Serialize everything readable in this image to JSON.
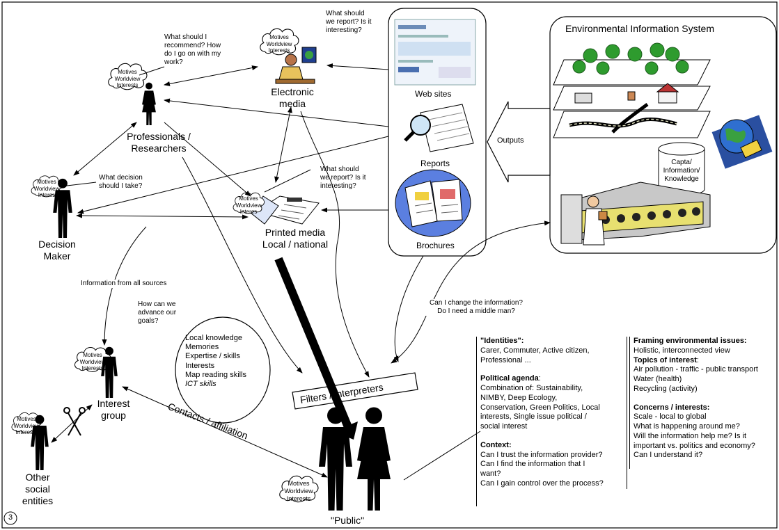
{
  "eis_title": "Environmental Information System",
  "outputs_label": "Outputs",
  "outputs": {
    "web_sites": "Web sites",
    "reports": "Reports",
    "brochures": "Brochures"
  },
  "capta_label": [
    "Capta/",
    "Information/",
    "Knowledge"
  ],
  "cloud_words": [
    "Motives",
    "Worldview",
    "Interests"
  ],
  "cloud_words_short": [
    "Motives",
    "Worldview",
    "Interes"
  ],
  "actors": {
    "electronic_media": [
      "Electronic",
      "media"
    ],
    "professionals": [
      "Professionals /",
      "Researchers"
    ],
    "decision_maker": [
      "Decision",
      "Maker"
    ],
    "printed_media": [
      "Printed media",
      "Local / national"
    ],
    "interest_group": [
      "Interest",
      "group"
    ],
    "other_entities": [
      "Other",
      "social",
      "entities"
    ],
    "public": "\"Public\""
  },
  "questions": {
    "electronic": [
      "What should",
      "we report? Is it",
      "interesting?"
    ],
    "professionals": [
      "What should I",
      "recommend? How",
      "do I go on with my",
      "work?"
    ],
    "decision": [
      "What decision",
      "should I take?"
    ],
    "printed": [
      "What should",
      "we report? Is it",
      "interesting?"
    ],
    "interest_group": [
      "How can we",
      "advance our",
      "goals?"
    ],
    "change_info": [
      "Can I change the information?",
      "Do I need a middle man?"
    ]
  },
  "info_all_sources": "Information from all sources",
  "contacts_label": "Contacts / affiliation",
  "filters_label": "Filters / interpreters",
  "knowledge_items": [
    "Local knowledge",
    "Memories",
    "Expertise / skills",
    "Interests",
    "Map reading skills"
  ],
  "knowledge_italic": "ICT skills",
  "identities_block": {
    "h1": "\"Identities\":",
    "p1": [
      "Carer, Commuter, Active citizen,",
      "Professional ..."
    ],
    "h2": "Political agenda",
    "h2_tail": ":",
    "p2": [
      "Combination of: Sustainability,",
      "NIMBY, Deep Ecology,",
      "Conservation, Green Politics, Local",
      "interests, Single issue political /",
      "social interest"
    ],
    "h3": "Context:",
    "p3": [
      "Can I trust the information provider?",
      "Can I find the information that I",
      "want?",
      "Can I gain control over the process?"
    ]
  },
  "framing_block": {
    "h1": "Framing environmental issues:",
    "p1": [
      "Holistic, interconnected view"
    ],
    "h2": "Topics of interest",
    "h2_tail": ":",
    "p2": [
      "Air pollution - traffic - public transport",
      "Water (health)",
      "Recycling (activity)"
    ],
    "h3": "Concerns / interests:",
    "p3": [
      "Scale - local to global",
      "What is happening around me?",
      "Will the information help me? Is it",
      "important vs. politics and economy?",
      "Can I understand it?"
    ]
  },
  "page_number": "3"
}
